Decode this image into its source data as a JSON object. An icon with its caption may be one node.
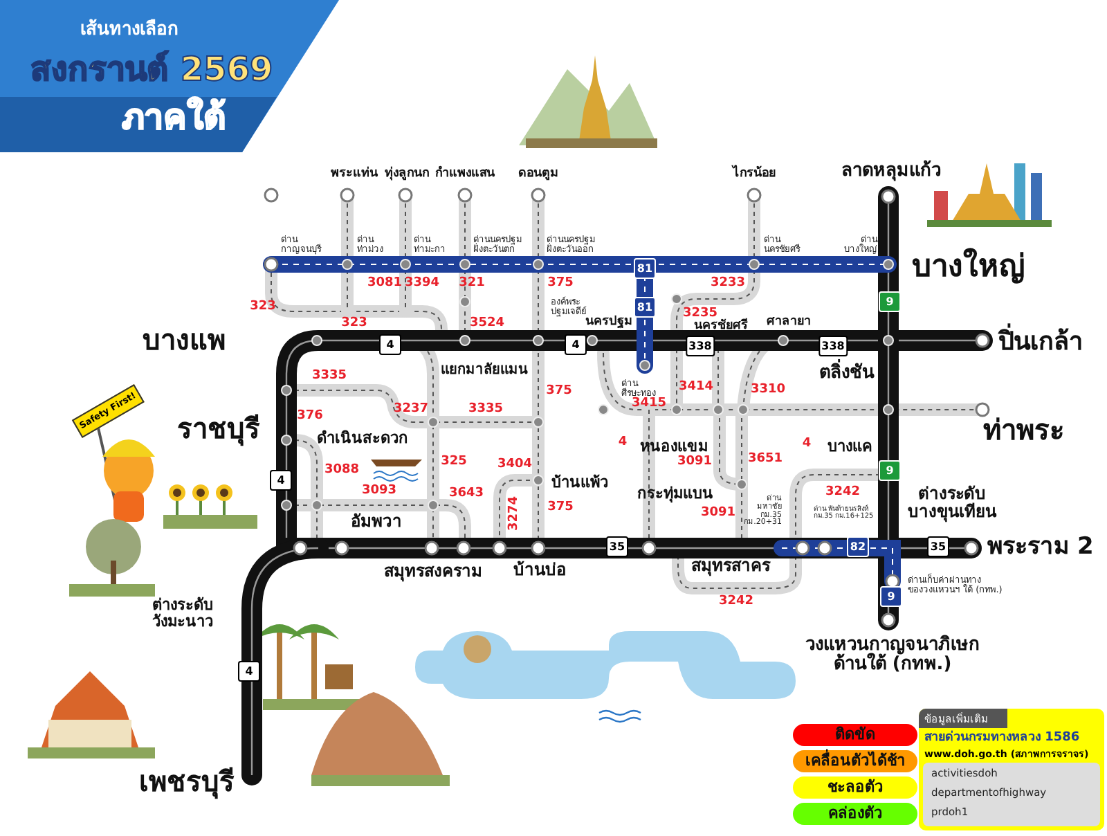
{
  "diagram": {
    "nodes": [
      {
        "text": [
          "เส้นทางเลือก",
          "สงกรานต์ 2569",
          "ภาคใต้"
        ]
      },
      {
        "text": [
          "81"
        ]
      },
      {
        "text": [
          "81"
        ]
      },
      {
        "text": [
          "9"
        ]
      },
      {
        "text": [
          "4"
        ]
      },
      {
        "text": [
          "4"
        ]
      },
      {
        "text": [
          "338"
        ]
      },
      {
        "text": [
          "338"
        ]
      },
      {
        "text": [
          "4"
        ]
      },
      {
        "text": [
          "9"
        ]
      },
      {
        "text": [
          "35"
        ]
      },
      {
        "text": [
          "82"
        ]
      },
      {
        "text": [
          "35"
        ]
      },
      {
        "text": [
          "9"
        ]
      },
      {
        "text": [
          "4"
        ]
      },
      {
        "text": [
          "ข้อมูลเพิ่มเติม",
          "สายด่วนกรมทางหลวง 1586",
          "www.doh.go.th (สภาพการจราจร)",
          "activitiesdoh",
          "departmentofhighway",
          "prdoh1"
        ]
      }
    ],
    "labels": [
      "พระแท่น",
      "ทุ่งลูกนก",
      "กำแพงแสน",
      "ดอนตูม",
      "ไกรน้อย",
      "ลาดหลุมแก้ว",
      "ด่าน กาญจนบุรี",
      "ด่าน ท่าม่วง",
      "ด่าน ท่ามะกา",
      "ด่านนครปฐม ฝั่งตะวันตก",
      "ด่านนครปฐม ฝั่งตะวันออก",
      "ด่าน นครชัยศรี",
      "ด่าน บางใหญ่",
      "บางใหญ่",
      "3081",
      "3394",
      "321",
      "375",
      "3233",
      "323",
      "องค์พระ ปฐมเจดีย์",
      "323",
      "3524",
      "นครปฐม",
      "3235",
      "นครชัยศรี",
      "ศาลายา",
      "บางแพ",
      "ปิ่นเกล้า",
      "3335",
      "แยกมาลัยแมน",
      "ตลิ่งชัน",
      "375",
      "ด่าน ศีรษะทอง",
      "3414",
      "3310",
      "Safety First!",
      "376",
      "3237",
      "3335",
      "3415",
      "ราชบุรี",
      "ท่าพระ",
      "ดำเนินสะดวก",
      "4",
      "หนองแขม",
      "4",
      "บางแค",
      "3088",
      "325",
      "3404",
      "3091",
      "3651",
      "3093",
      "3643",
      "บ้านแพ้ว",
      "กระทุ่มแบน",
      "3242",
      "อัมพวา",
      "3274",
      "375",
      "3091",
      "ด่าน มหาชัย กม.35 กม.20+31",
      "ด่าน พันท้ายนรสิงห์ กม.35 กม.16+125",
      "ต่างระดับ บางขุนเทียน",
      "พระราม 2",
      "สมุทรสงคราม",
      "บ้านบ่อ",
      "สมุทรสาคร",
      "ด่านเก็บค่าผ่านทาง ของวงแหวนฯ ใต้ (กทพ.)",
      "ต่างระดับ วังมะนาว",
      "3242",
      "วงแหวนกาญจนาภิเษก ด้านใต้ (กทพ.)",
      "เพชรบุรี"
    ],
    "legend": [
      {
        "text": "ติดขัด",
        "color": "#ff0000"
      },
      {
        "text": "เคลื่อนตัวได้ช้า",
        "color": "#ff9900"
      },
      {
        "text": "ชะลอตัว",
        "color": "#ffff00"
      },
      {
        "text": "คล่องตัว",
        "color": "#66ff00"
      }
    ]
  }
}
